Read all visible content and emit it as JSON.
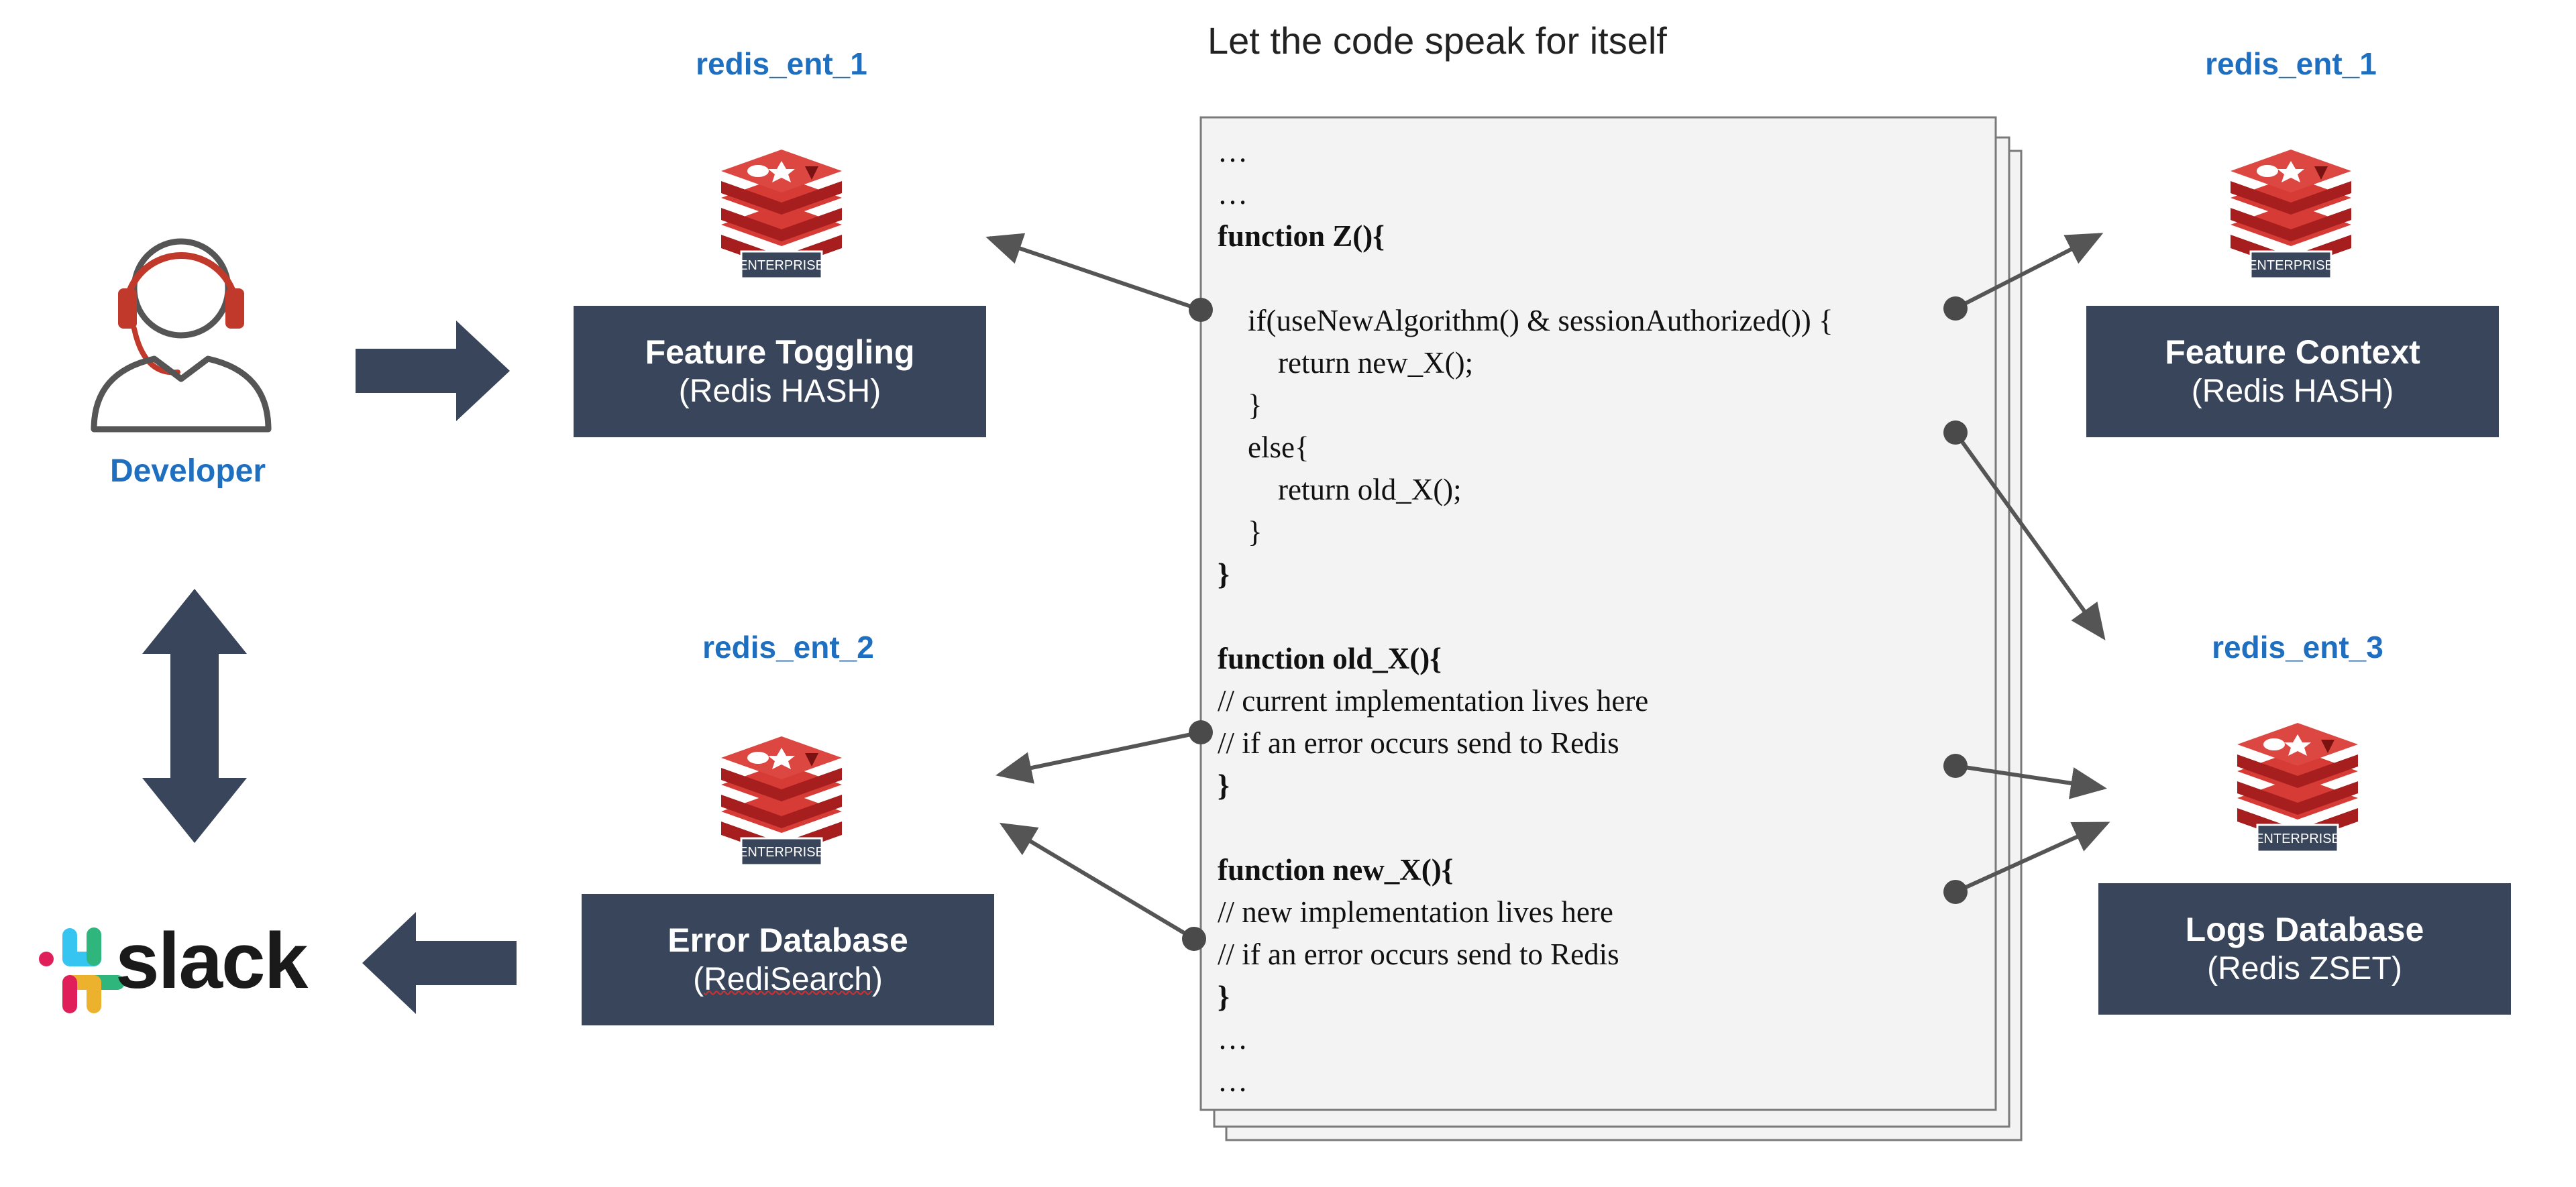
{
  "title": "Let the code speak for itself",
  "developer": {
    "label": "Developer",
    "icon": "headset-user-icon"
  },
  "slack": {
    "label": "slack",
    "icon": "slack-logo-icon"
  },
  "logo_badge": "ENTERPRISE",
  "colors": {
    "box_fill": "#39455a",
    "instance_label": "#1f6fc1",
    "redis_red": "#c9302c",
    "arrow": "#39455a"
  },
  "nodes": {
    "feature_toggling": {
      "instance": "redis_ent_1",
      "title": "Feature Toggling",
      "subtitle": "(Redis HASH)"
    },
    "feature_context": {
      "instance": "redis_ent_1",
      "title": "Feature Context",
      "subtitle": "(Redis HASH)"
    },
    "error_database": {
      "instance": "redis_ent_2",
      "title": "Error Database",
      "subtitle_pre": "(",
      "subtitle_word": "RediSearch",
      "subtitle_post": ")"
    },
    "logs_database": {
      "instance": "redis_ent_3",
      "title": "Logs Database",
      "subtitle": "(Redis ZSET)"
    }
  },
  "code": {
    "lines": [
      "…",
      "…",
      "function Z(){",
      "",
      "    if(useNewAlgorithm() & sessionAuthorized()) {",
      "        return new_X();",
      "    }",
      "    else{",
      "        return old_X();",
      "    }",
      "}",
      "",
      "function old_X(){",
      "// current implementation lives here",
      "// if an error occurs send to Redis",
      "}",
      "",
      "function new_X(){",
      "// new implementation lives here",
      "// if an error occurs send to Redis",
      "}",
      "…",
      "…"
    ]
  }
}
